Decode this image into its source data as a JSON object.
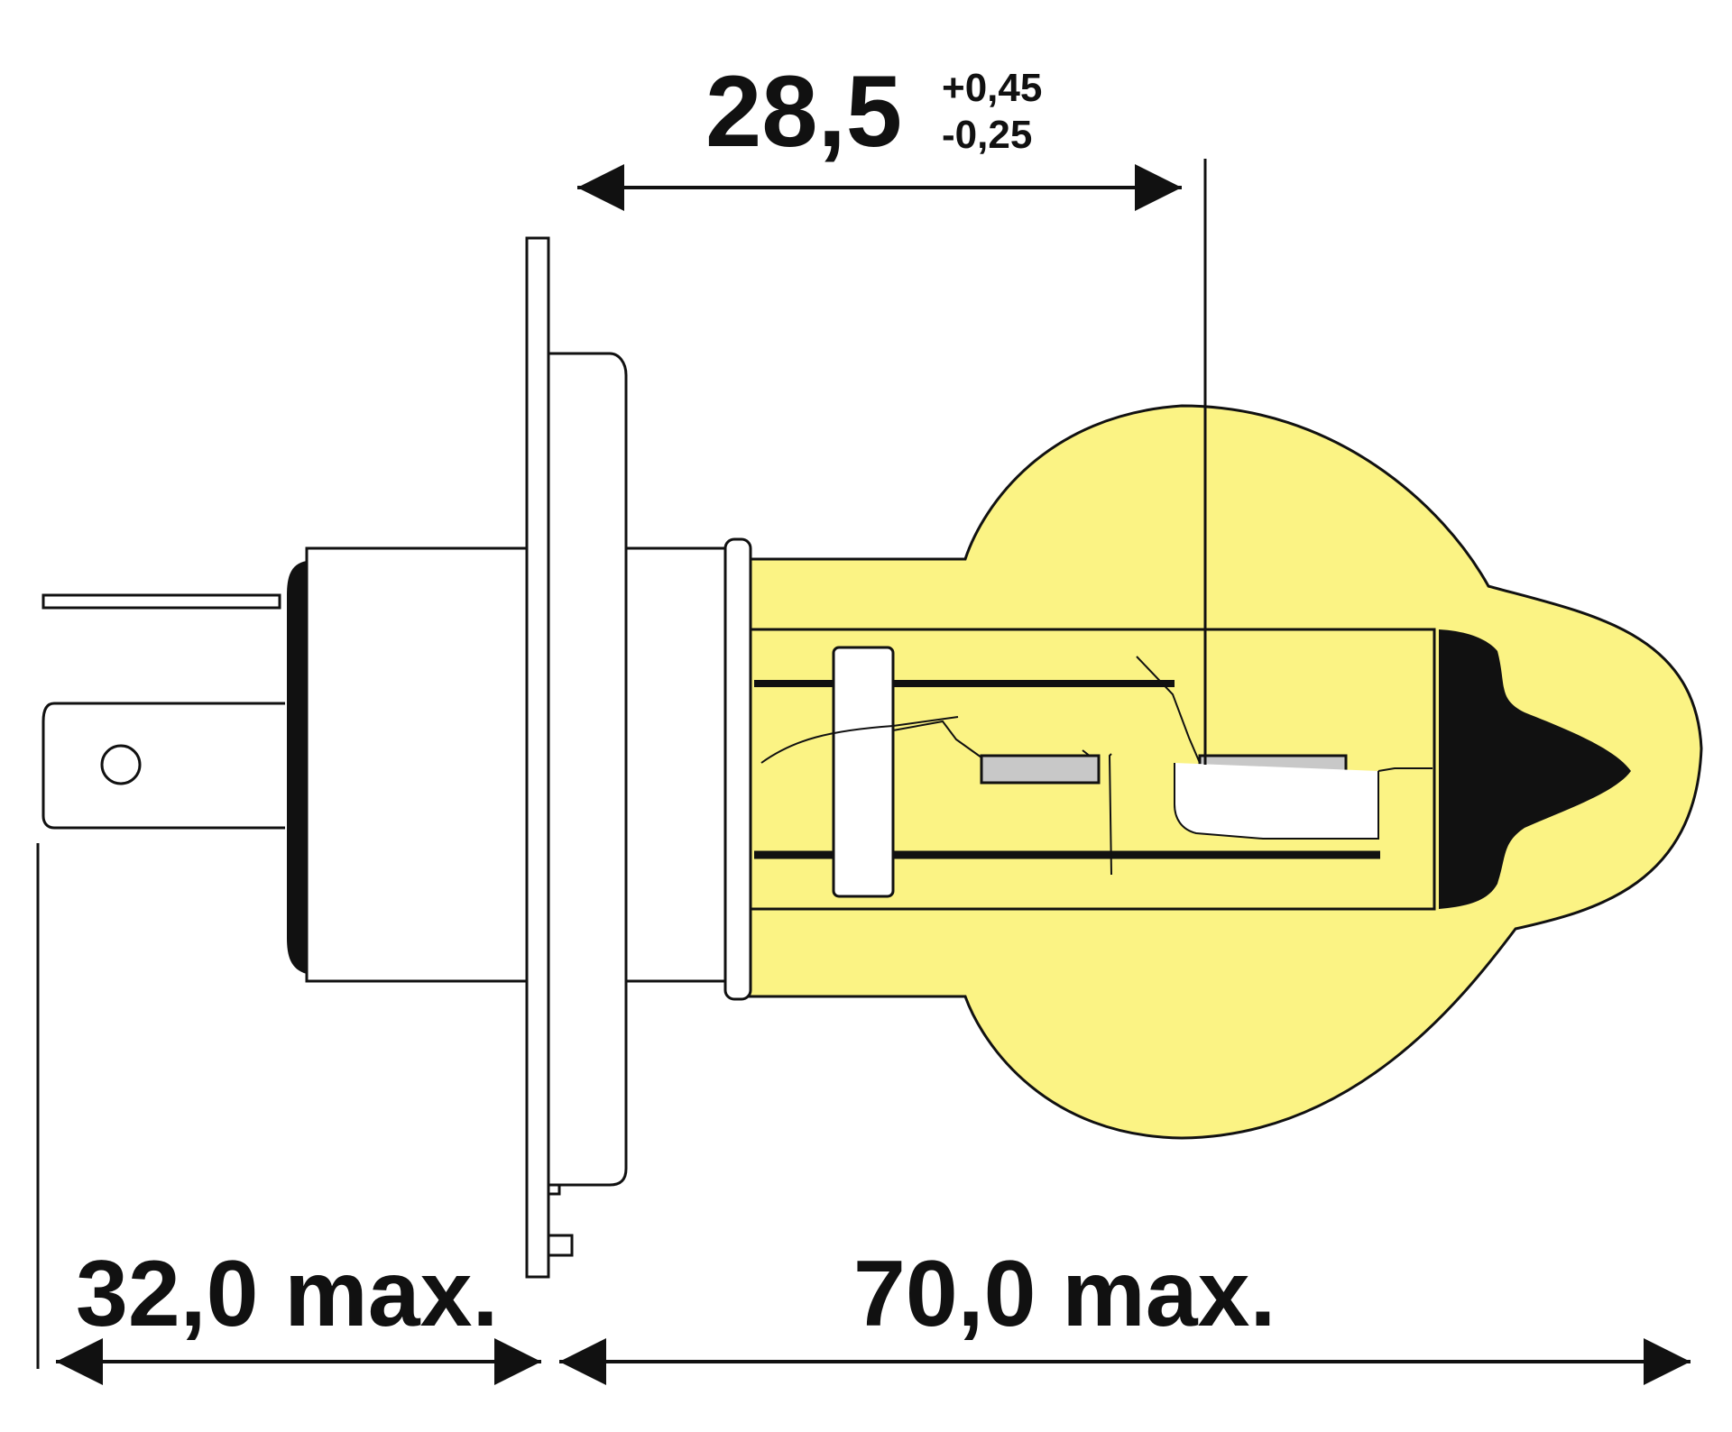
{
  "diagram": {
    "top_dimension": {
      "value": "28,5",
      "tolerance_plus": "+0,45",
      "tolerance_minus": "-0,25"
    },
    "bottom_left_dimension": {
      "label": "32,0 max."
    },
    "bottom_right_dimension": {
      "label": "70,0 max."
    }
  },
  "colors": {
    "bulb_glass": "#fbf384",
    "line": "#111111",
    "metal_fill": "#ffffff",
    "filament_shield": "#c8c8c8"
  }
}
